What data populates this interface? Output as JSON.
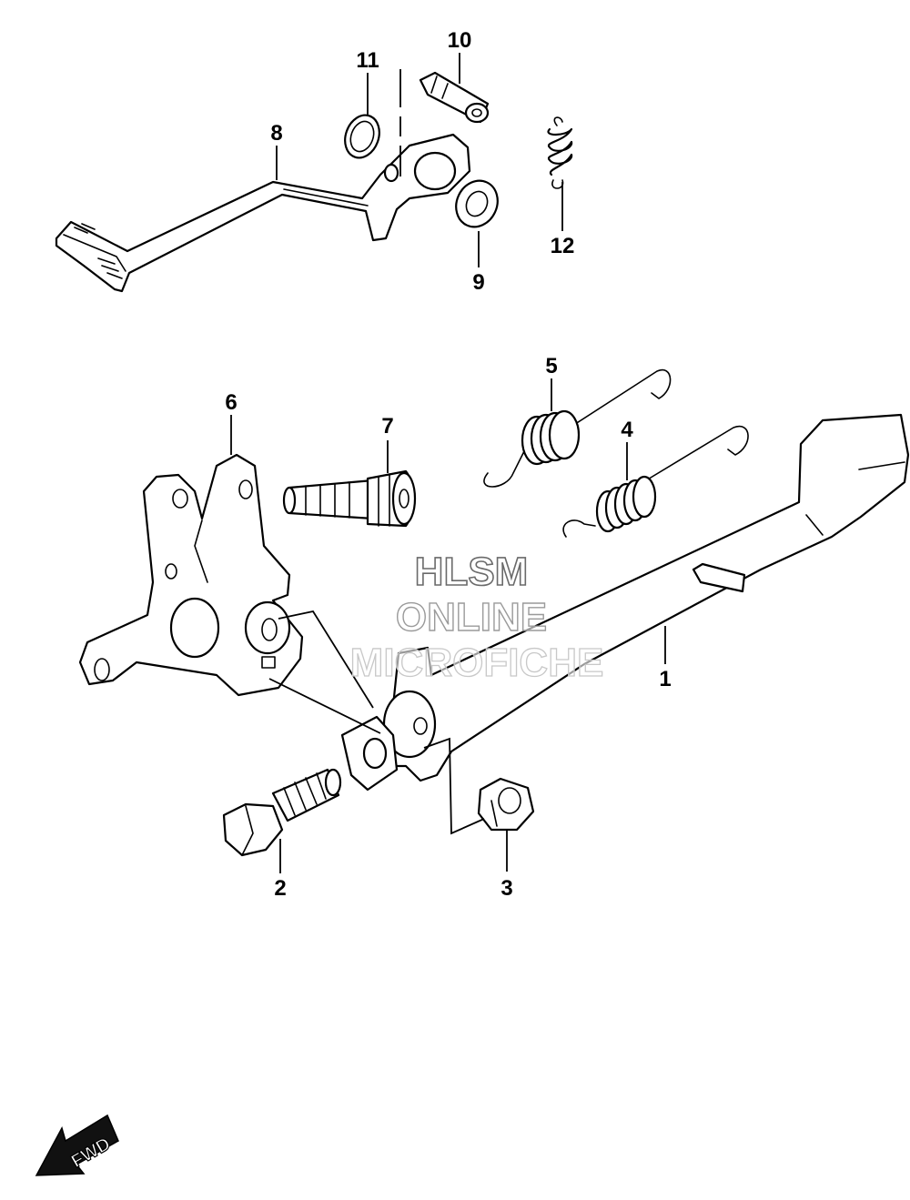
{
  "callouts": {
    "c1": "1",
    "c2": "2",
    "c3": "3",
    "c4": "4",
    "c5": "5",
    "c6": "6",
    "c7": "7",
    "c8": "8",
    "c9": "9",
    "c10": "10",
    "c11": "11",
    "c12": "12"
  },
  "watermark": {
    "line1": "HLSM",
    "line2": "ONLINE",
    "line3": "MICROFICHE"
  },
  "direction": {
    "label": "FWD",
    "icon": "forward-arrow-icon"
  }
}
